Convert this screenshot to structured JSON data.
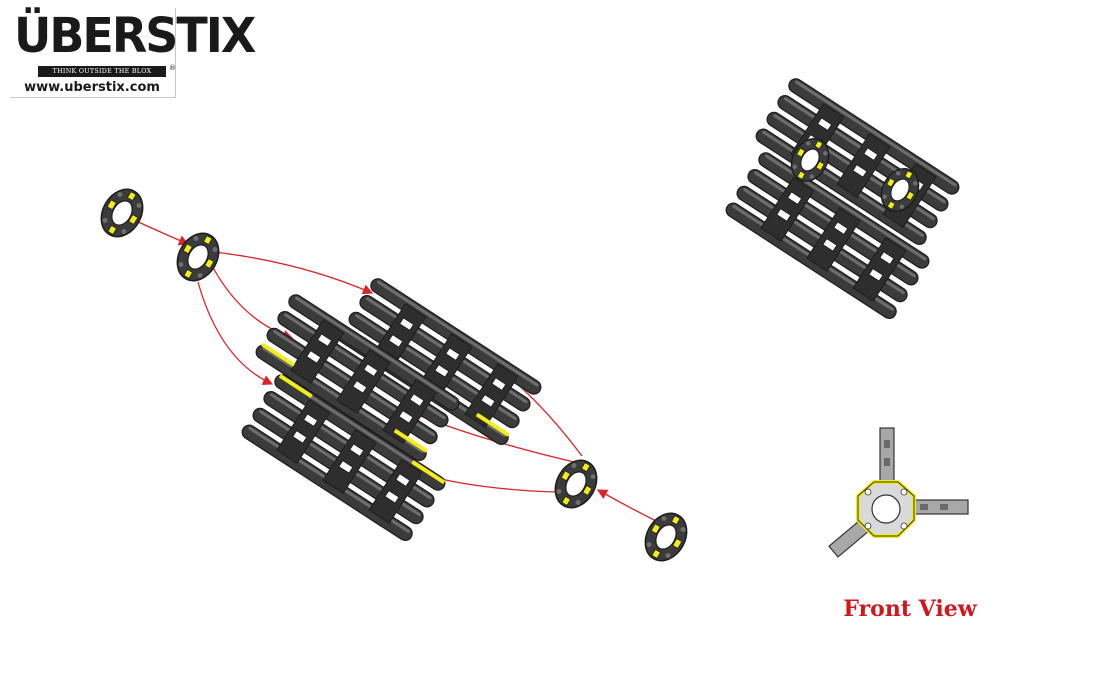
{
  "logo": {
    "wordmark": "ÜBERSTIX",
    "tagline": "THINK OUTSIDE THE BLOX",
    "registered": "®",
    "url": "www.uberstix.com"
  },
  "caption": "Front View",
  "colors": {
    "part_fill": "#3b3b3b",
    "part_highlight": "#6e6e6e",
    "part_outline": "#1c1c1c",
    "accent_yellow": "#f2ec1a",
    "arrow_red": "#d8252a",
    "caption_red": "#d2161c"
  },
  "parts": {
    "connector_count": 4,
    "plate_count": 3
  }
}
